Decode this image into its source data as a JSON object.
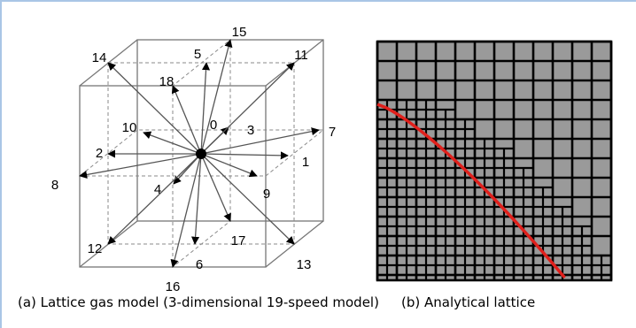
{
  "panel_a": {
    "caption": "(a) Lattice gas model (3-dimensional 19-speed model)",
    "velocity_labels": [
      "0",
      "1",
      "2",
      "3",
      "4",
      "5",
      "6",
      "7",
      "8",
      "9",
      "10",
      "11",
      "12",
      "13",
      "14",
      "15",
      "16",
      "17",
      "18"
    ]
  },
  "panel_b": {
    "caption": "(b) Analytical lattice",
    "colors": {
      "cell": "#9a9a9a",
      "grid": "#000000",
      "boundary": "#e0201c"
    }
  }
}
